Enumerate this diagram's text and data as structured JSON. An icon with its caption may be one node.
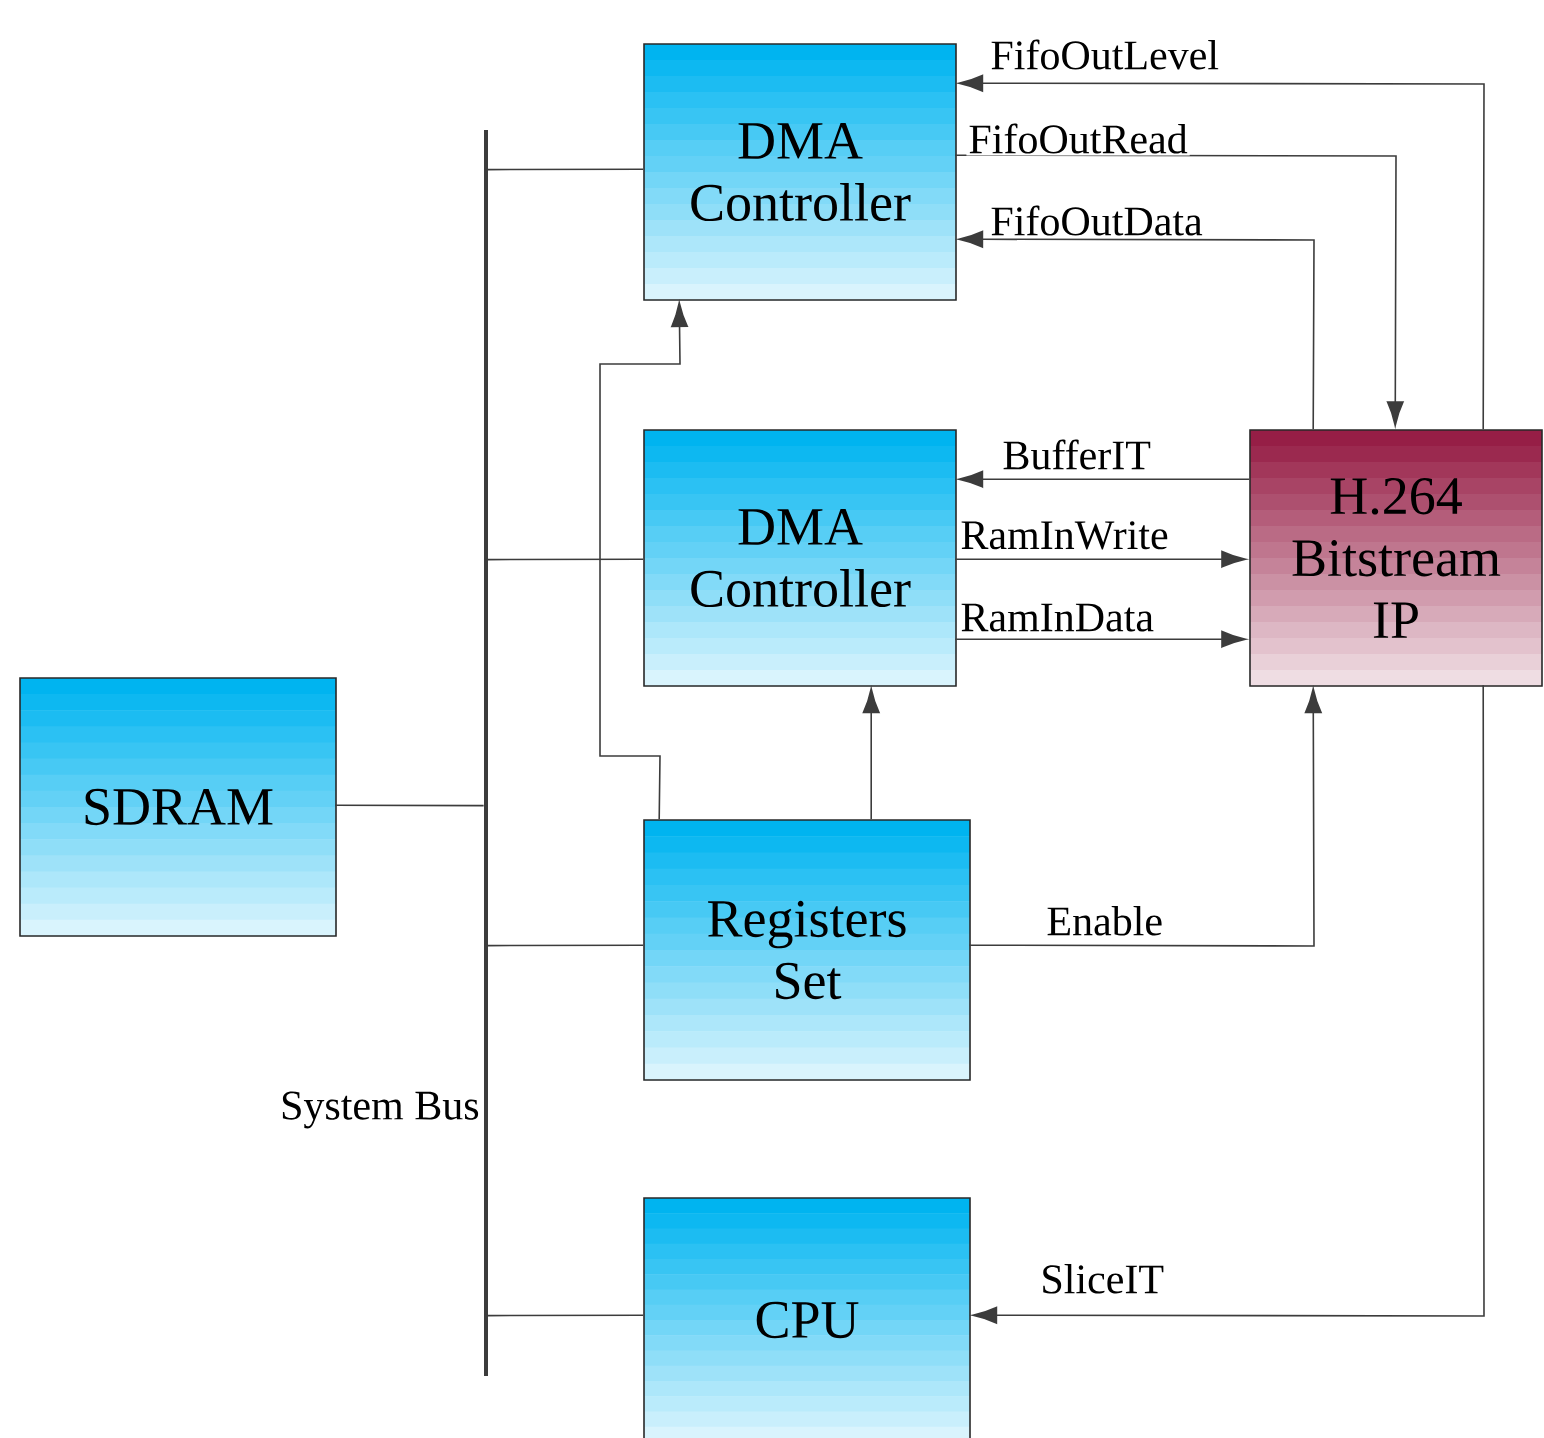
{
  "diagram": {
    "nodes": [
      {
        "text": [
          "DMA Controller"
        ]
      },
      {
        "text": [
          "DMA Controller"
        ]
      },
      {
        "text": [
          "H.264 Bitstream IP"
        ]
      },
      {
        "text": [
          "SDRAM"
        ]
      },
      {
        "text": [
          "Registers Set"
        ]
      },
      {
        "text": [
          "CPU"
        ]
      },
      {
        "text": [],
        "shape": "bar",
        "beside": [
          "System Bus"
        ]
      }
    ],
    "edges": [
      {
        "from": 2,
        "to": 0,
        "arrow": "to",
        "label": "FifoOutLevel"
      },
      {
        "from": 0,
        "to": 2,
        "arrow": "to",
        "label": "FifoOutRead"
      },
      {
        "from": 2,
        "to": 0,
        "arrow": "to",
        "label": "FifoOutData"
      },
      {
        "from": 2,
        "to": 1,
        "arrow": "to",
        "label": "BufferIT"
      },
      {
        "from": 1,
        "to": 2,
        "arrow": "to",
        "label": "RamInWrite"
      },
      {
        "from": 1,
        "to": 2,
        "arrow": "to",
        "label": "RamInData"
      },
      {
        "from": 4,
        "to": 2,
        "arrow": "to",
        "label": "Enable"
      },
      {
        "from": 2,
        "to": 5,
        "arrow": "to",
        "label": "SliceIT"
      },
      {
        "from": 4,
        "to": 0,
        "arrow": "to"
      },
      {
        "from": 4,
        "to": 1,
        "arrow": "to"
      },
      {
        "from": 6,
        "to": 0,
        "arrow": "none"
      },
      {
        "from": 6,
        "to": 1,
        "arrow": "none"
      },
      {
        "from": 3,
        "to": 6,
        "arrow": "none"
      },
      {
        "from": 6,
        "to": 4,
        "arrow": "none"
      },
      {
        "from": 6,
        "to": 5,
        "arrow": "none"
      }
    ]
  }
}
